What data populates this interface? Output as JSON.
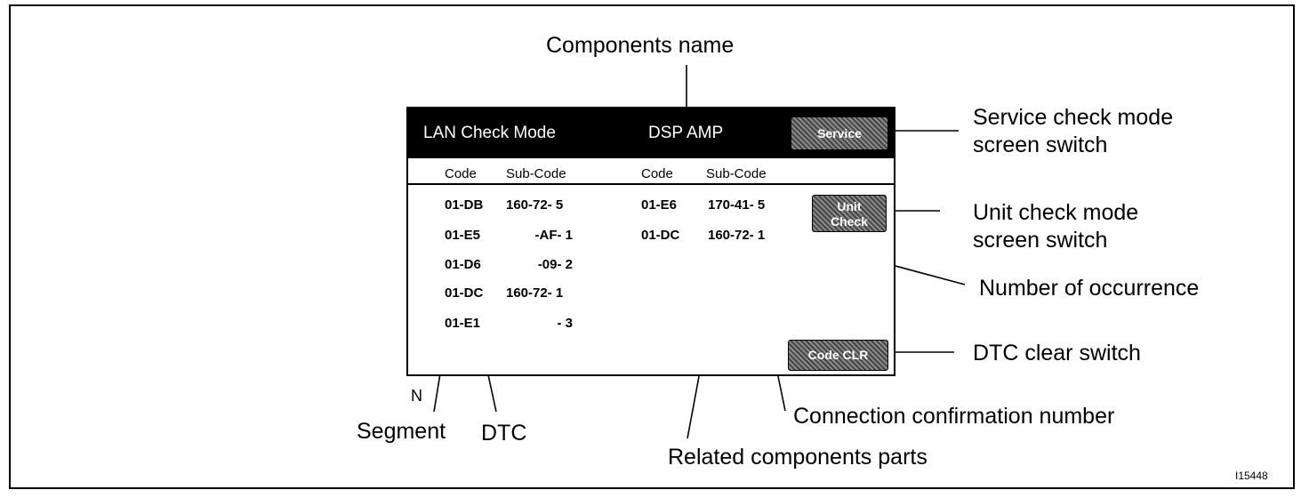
{
  "callouts": {
    "components_name": "Components name",
    "service_check": [
      "Service check mode",
      "screen switch"
    ],
    "unit_check": [
      "Unit check mode",
      "screen switch"
    ],
    "number_of_occurrence": "Number of occurrence",
    "dtc_clear": "DTC clear switch",
    "connection_confirmation": "Connection confirmation number",
    "related_components": "Related components parts",
    "segment": "Segment",
    "dtc": "DTC",
    "n_marker": "N"
  },
  "screen": {
    "mode_title": "LAN Check Mode",
    "component": "DSP AMP",
    "service_button": "Service",
    "unit_check_button": [
      "Unit",
      "Check"
    ],
    "code_clr_button": "Code CLR",
    "headers": {
      "code": "Code",
      "subcode": "Sub-Code"
    },
    "left_rows": [
      {
        "code": "01-DB",
        "subcode": "160-72- 5"
      },
      {
        "code": "01-E5",
        "subcode": "-AF- 1"
      },
      {
        "code": "01-D6",
        "subcode": "-09- 2"
      },
      {
        "code": "01-DC",
        "subcode": "160-72- 1"
      },
      {
        "code": "01-E1",
        "subcode": "- 3"
      }
    ],
    "right_rows": [
      {
        "code": "01-E6",
        "subcode": "170-41- 5"
      },
      {
        "code": "01-DC",
        "subcode": "160-72- 1"
      }
    ]
  },
  "figure_id": "I15448"
}
